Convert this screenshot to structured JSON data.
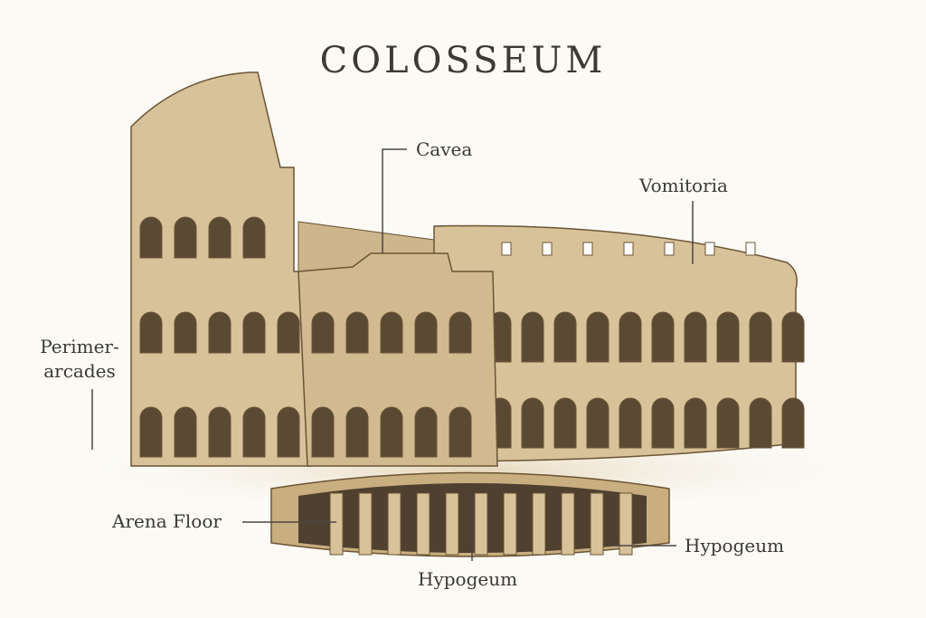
{
  "title": "COLOSSEUM",
  "labels": {
    "cavea": "Cavea",
    "vomitoria": "Vomitoria",
    "perimeter_line1": "Perimer-",
    "perimeter_line2": "arcades",
    "arena_floor": "Arena Floor",
    "hypogeum_right": "Hypogeum",
    "hypogeum_bottom": "Hypogeum"
  },
  "colors": {
    "stone": "#d8c29a",
    "stone_dark": "#b89c6c",
    "ink": "#6b5434",
    "shadow": "#5a4a34",
    "text": "#3b3935"
  }
}
